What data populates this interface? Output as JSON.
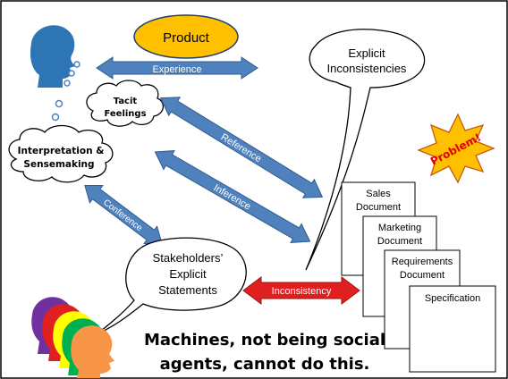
{
  "diagram": {
    "product_label": "Product",
    "explicit_inconsistencies_label": [
      "Explicit",
      "Inconsistencies"
    ],
    "tacit_feelings_label": [
      "Tacit",
      "Feelings"
    ],
    "interpretation_label": [
      "Interpretation &",
      "Sensemaking"
    ],
    "stakeholders_label": [
      "Stakeholders’",
      "Explicit",
      "Statements"
    ],
    "problem_label": "Problem!",
    "arrows": {
      "experience": "Experience",
      "reference": "Reference",
      "inference": "Inference",
      "conference": "Conference",
      "inconsistency": "Inconsistency"
    },
    "documents": [
      [
        "Sales",
        "Document"
      ],
      [
        "Marketing",
        "Document"
      ],
      [
        "Requirements",
        "Document"
      ],
      [
        "Specification"
      ]
    ],
    "caption": [
      "Machines, not being social",
      "agents, cannot do this."
    ],
    "colors": {
      "head_blue": "#2e75b6",
      "product_fill": "#ffc000",
      "arrow_blue": "#4f81bd",
      "inconsistency_red": "#e02020",
      "burst_yellow": "#ffc000",
      "problem_text_red": "#e00000"
    }
  }
}
